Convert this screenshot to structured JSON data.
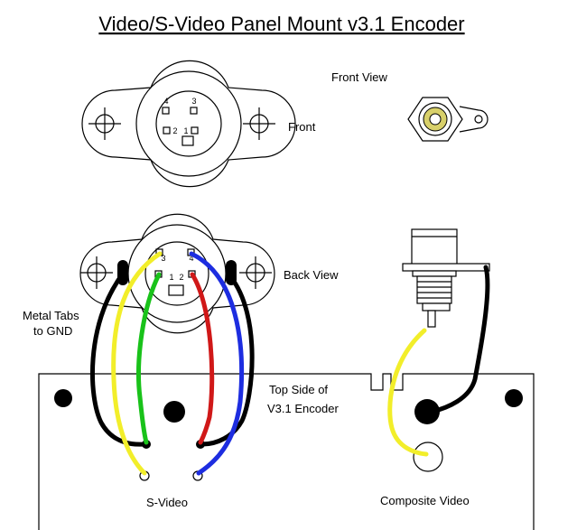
{
  "title": "Video/S-Video Panel Mount v3.1 Encoder",
  "labels": {
    "front_view": "Front View",
    "front": "Front",
    "back_view": "Back View",
    "metal_tabs": [
      "Metal Tabs",
      "to GND"
    ],
    "top_side": [
      "Top Side of",
      "V3.1 Encoder"
    ],
    "svideo": "S-Video",
    "composite": "Composite Video"
  },
  "pin_numbers_front": [
    "4",
    "3",
    "2",
    "1"
  ],
  "pin_numbers_back": [
    "3",
    "4",
    "1",
    "2"
  ],
  "wire_colors": {
    "yellow": "#f2ee2a",
    "green": "#19c21a",
    "red": "#d01818",
    "blue": "#1d2de0",
    "black": "#000000",
    "rca_center": "#d8d06a"
  }
}
